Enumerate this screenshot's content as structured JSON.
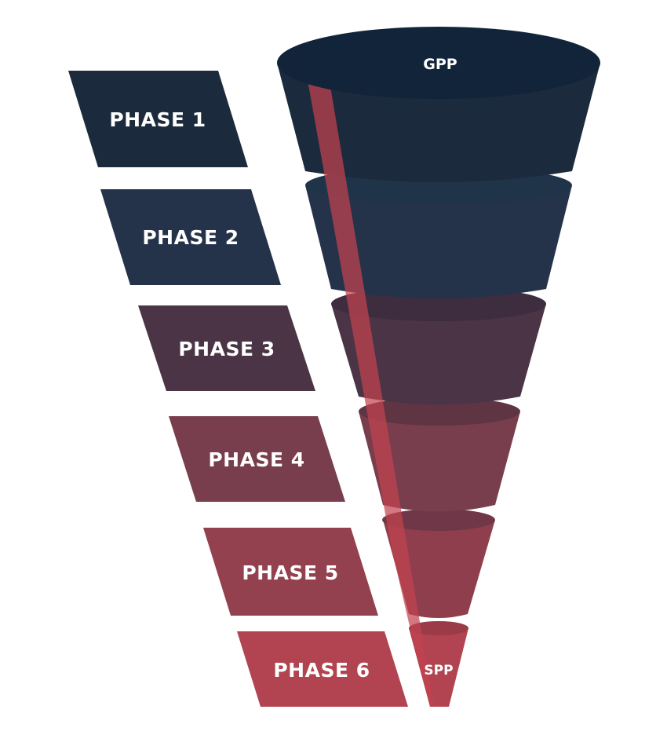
{
  "phases": [
    {
      "label": "PHASE 1",
      "color": "#1b2a3c"
    },
    {
      "label": "PHASE 2",
      "color": "#243349"
    },
    {
      "label": "PHASE 3",
      "color": "#4a3445"
    },
    {
      "label": "PHASE 4",
      "color": "#783e4e"
    },
    {
      "label": "PHASE 5",
      "color": "#93404f"
    },
    {
      "label": "PHASE 6",
      "color": "#b24350"
    }
  ],
  "funnel": {
    "top_label": "GPP",
    "bottom_label": "SPP",
    "stripe_color": "#c2424f"
  }
}
